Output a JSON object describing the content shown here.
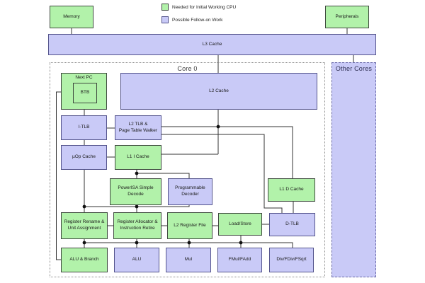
{
  "legend": {
    "items": [
      {
        "swatch": "green-swatch",
        "label": "Needed for Initial Working CPU"
      },
      {
        "swatch": "purple-swatch",
        "label": "Possible Follow-on Work"
      }
    ]
  },
  "colors": {
    "green": "#b2f2aa",
    "purple": "#c9caf7",
    "green_border": "#3f4a3f",
    "purple_border": "#54548c",
    "edge": "#333333"
  },
  "containers": {
    "core": {
      "label": "Core 0"
    },
    "other_cores": {
      "label": "Other Cores"
    }
  },
  "nodes": {
    "memory": {
      "label": "Memory"
    },
    "peripherals": {
      "label": "Peripherals"
    },
    "l3_cache": {
      "label": "L3 Cache"
    },
    "next_pc": {
      "label": "Next PC"
    },
    "btb": {
      "label": "BTB"
    },
    "l2_cache": {
      "label": "L2 Cache"
    },
    "itlb": {
      "label": "I-TLB"
    },
    "l2_tlb": {
      "label": "L2 TLB &\nPage Table Walker"
    },
    "uop_cache": {
      "label": "µOp Cache"
    },
    "l1i_cache": {
      "label": "L1 I Cache"
    },
    "decode": {
      "label": "PowerISA Simple\nDecode"
    },
    "prog_decoder": {
      "label": "Programmable\nDecoder"
    },
    "l1d_cache": {
      "label": "L1 D Cache"
    },
    "reg_rename": {
      "label": "Register Rename &\nUnit Assignment"
    },
    "reg_alloc": {
      "label": "Register Allocator &\nInstruction Retire"
    },
    "l2_regfile": {
      "label": "L2 Register File"
    },
    "load_store": {
      "label": "Load/Store"
    },
    "dtlb": {
      "label": "D-TLB"
    },
    "alu_branch": {
      "label": "ALU & Branch"
    },
    "alu": {
      "label": "ALU"
    },
    "mul": {
      "label": "Mul"
    },
    "fmul_fadd": {
      "label": "FMul/FAdd"
    },
    "div": {
      "label": "Div/FDiv/FSqrt"
    }
  }
}
